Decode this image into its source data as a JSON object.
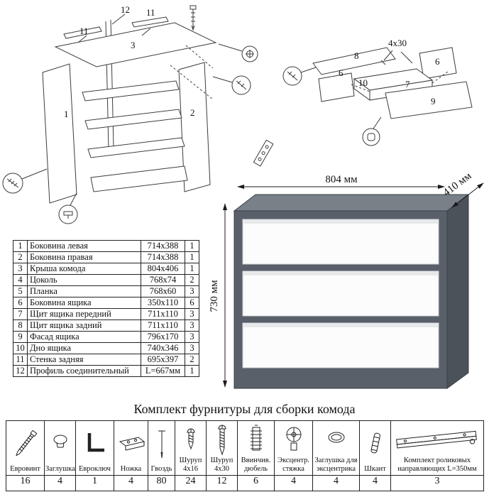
{
  "diagram_left": {
    "labels": {
      "p12": "12",
      "p11a": "11",
      "p11b": "11",
      "p3": "3",
      "p1": "1",
      "p2": "2"
    }
  },
  "diagram_right": {
    "labels": {
      "p8": "8",
      "p6a": "6",
      "p6b": "6",
      "p7": "7",
      "p9": "9",
      "p10": "10",
      "screw": "4x30"
    }
  },
  "dresser": {
    "width_label": "804 мм",
    "depth_label": "410 мм",
    "height_label": "730 мм",
    "body_color": "#596069",
    "top_color": "#7a8087",
    "side_color": "#4b525a",
    "drawer_color": "#fcfcfc"
  },
  "parts": {
    "rows": [
      {
        "num": "1",
        "name": "Боковина левая",
        "size": "714x388",
        "qty": "1"
      },
      {
        "num": "2",
        "name": "Боковина правая",
        "size": "714x388",
        "qty": "1"
      },
      {
        "num": "3",
        "name": "Крыша комода",
        "size": "804x406",
        "qty": "1"
      },
      {
        "num": "4",
        "name": "Цоколь",
        "size": "768x74",
        "qty": "2"
      },
      {
        "num": "5",
        "name": "Планка",
        "size": "768x60",
        "qty": "3"
      },
      {
        "num": "6",
        "name": "Боковина ящика",
        "size": "350x110",
        "qty": "6"
      },
      {
        "num": "7",
        "name": "Щит ящика передний",
        "size": "711x110",
        "qty": "3"
      },
      {
        "num": "8",
        "name": "Щит ящика задний",
        "size": "711x110",
        "qty": "3"
      },
      {
        "num": "9",
        "name": "Фасад ящика",
        "size": "796x170",
        "qty": "3"
      },
      {
        "num": "10",
        "name": "Дно ящика",
        "size": "740x346",
        "qty": "3"
      },
      {
        "num": "11",
        "name": "Стенка задняя",
        "size": "695x397",
        "qty": "2"
      },
      {
        "num": "12",
        "name": "Профиль соединительный",
        "size": "L=667мм",
        "qty": "1"
      }
    ]
  },
  "hardware": {
    "title": "Комплект фурнитуры для сборки комода",
    "items": [
      {
        "name": "Евровинт",
        "qty": "16",
        "icon": "euro-screw-icon"
      },
      {
        "name": "Заглушка",
        "qty": "4",
        "icon": "cap-icon"
      },
      {
        "name": "Евроключ",
        "qty": "1",
        "icon": "hex-key-icon"
      },
      {
        "name": "Ножка",
        "qty": "4",
        "icon": "leg-icon"
      },
      {
        "name": "Гвоздь",
        "qty": "80",
        "icon": "nail-icon"
      },
      {
        "name": "Шуруп 4x16",
        "qty": "24",
        "icon": "screw-short-icon"
      },
      {
        "name": "Шуруп 4x30",
        "qty": "12",
        "icon": "screw-long-icon"
      },
      {
        "name": "Ввинчив. дюбель",
        "qty": "6",
        "icon": "threaded-dowel-icon"
      },
      {
        "name": "Эксцентр. стяжка",
        "qty": "4",
        "icon": "cam-lock-icon"
      },
      {
        "name": "Заглушка для эксцентрика",
        "qty": "4",
        "icon": "cam-cap-icon"
      },
      {
        "name": "Шкант",
        "qty": "4",
        "icon": "wood-dowel-icon"
      },
      {
        "name": "Комплект роликовых направляющих L=350мм",
        "qty": "3",
        "icon": "drawer-slide-icon"
      }
    ]
  }
}
